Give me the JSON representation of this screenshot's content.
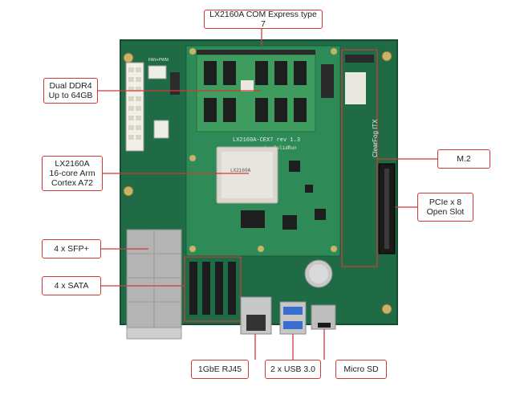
{
  "colors": {
    "callout_border": "#d23a3a",
    "pcb_green": "#1f6b45",
    "module_green": "#2e8a56",
    "silkscreen": "#e6efe9"
  },
  "labels": {
    "com_express": "LX2160A COM Express type 7",
    "ddr4_line1": "Dual DDR4",
    "ddr4_line2": "Up to 64GB",
    "soc_line1": "LX2160A",
    "soc_line2": "16-core Arm",
    "soc_line3": "Cortex A72",
    "sfp": "4 x SFP+",
    "sata": "4 x SATA",
    "m2": "M.2",
    "pcie_line1": "PCIe x 8",
    "pcie_line2": "Open Slot",
    "rj45": "1GbE RJ45",
    "usb": "2 x USB 3.0",
    "microsd": "Micro SD"
  },
  "board_text": {
    "module_silk": "LX2160A-CEX7 rev 1.3",
    "module_silk2": "by SolidRun",
    "chip_mark": "LX2160A",
    "carrier_silk": "ClearFog ITX",
    "fan_label": "FAN+PWM"
  }
}
